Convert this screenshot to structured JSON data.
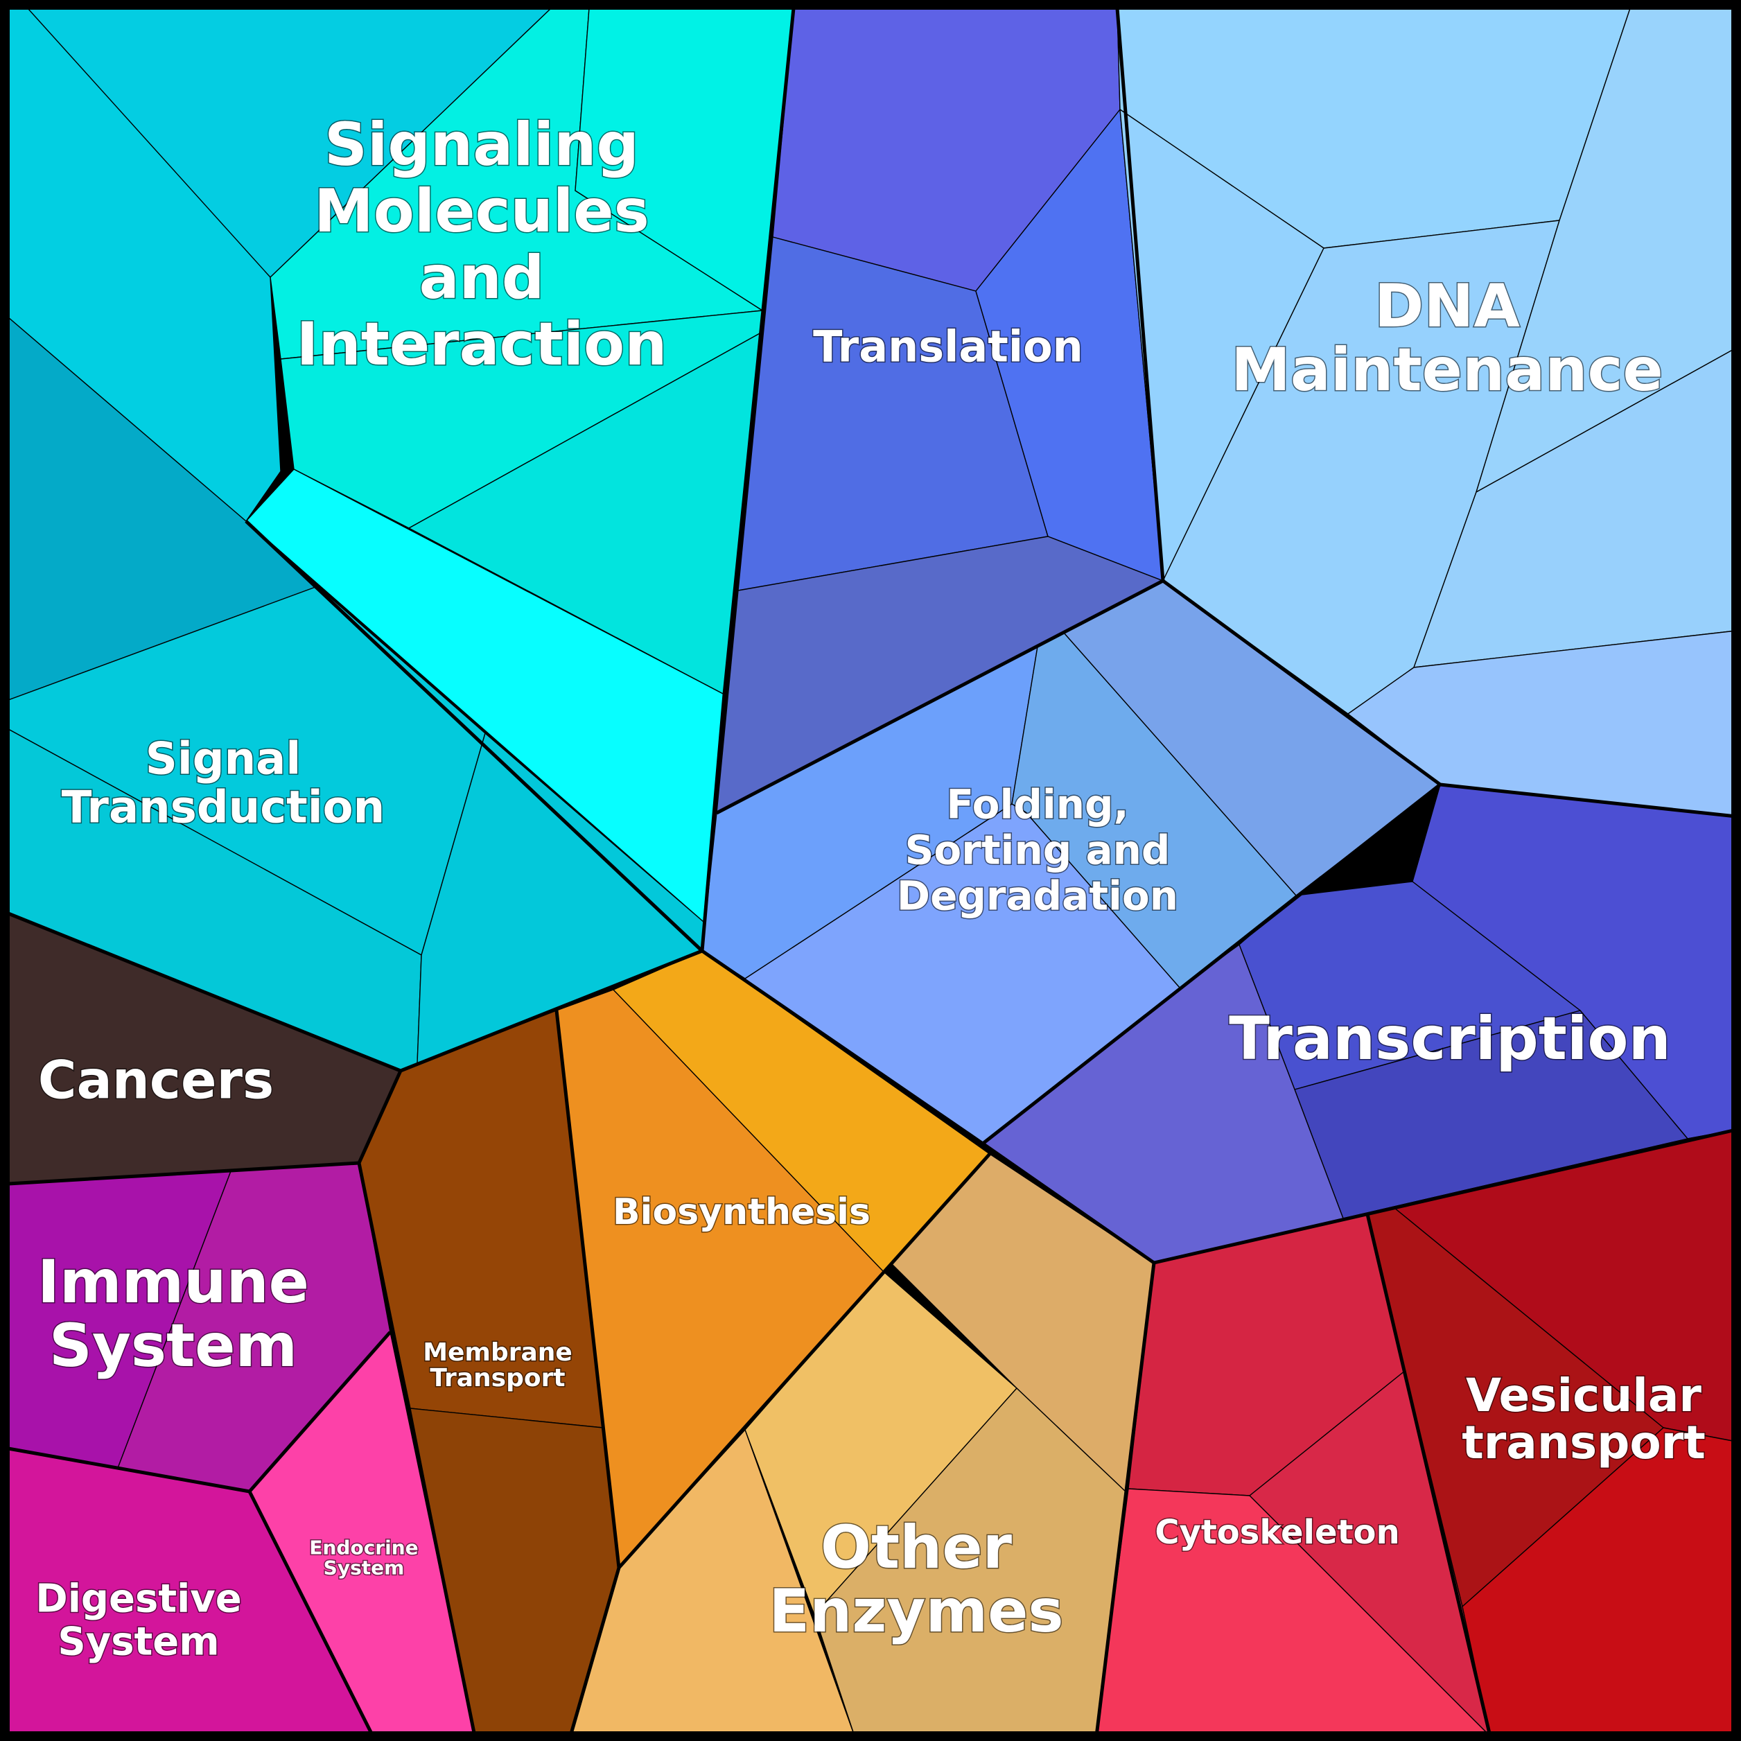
{
  "diagram": {
    "type": "voronoi-treemap",
    "regions": [
      {
        "id": "signaling",
        "name": "Signaling Molecules and Interaction",
        "lines": [
          "Signaling",
          "Molecules",
          "and",
          "Interaction"
        ],
        "color": "#00e8e8"
      },
      {
        "id": "translation",
        "name": "Translation",
        "lines": [
          "Translation"
        ],
        "color": "#5a67e4"
      },
      {
        "id": "dna",
        "name": "DNA Maintenance",
        "lines": [
          "DNA",
          "Maintenance"
        ],
        "color": "#94d4fe"
      },
      {
        "id": "signal-transduction",
        "name": "Signal Transduction",
        "lines": [
          "Signal",
          "Transduction"
        ],
        "color": "#04c8d8"
      },
      {
        "id": "folding",
        "name": "Folding, Sorting and Degradation",
        "lines": [
          "Folding,",
          "Sorting and",
          "Degradation"
        ],
        "color": "#76a6f8"
      },
      {
        "id": "transcription",
        "name": "Transcription",
        "lines": [
          "Transcription"
        ],
        "color": "#4e52d6"
      },
      {
        "id": "cancers",
        "name": "Cancers",
        "lines": [
          "Cancers"
        ],
        "color": "#3f2b29"
      },
      {
        "id": "immune",
        "name": "Immune System",
        "lines": [
          "Immune",
          "System"
        ],
        "color": "#aa15aa"
      },
      {
        "id": "digestive",
        "name": "Digestive System",
        "lines": [
          "Digestive",
          "System"
        ],
        "color": "#d2149c"
      },
      {
        "id": "endocrine",
        "name": "Endocrine System",
        "lines": [
          "Endocrine",
          "System"
        ],
        "color": "#fd41a8"
      },
      {
        "id": "membrane",
        "name": "Membrane Transport",
        "lines": [
          "Membrane",
          "Transport"
        ],
        "color": "#96470a"
      },
      {
        "id": "biosynthesis",
        "name": "Biosynthesis",
        "lines": [
          "Biosynthesis"
        ],
        "color": "#ee9020"
      },
      {
        "id": "other-enzymes",
        "name": "Other Enzymes",
        "lines": [
          "Other",
          "Enzymes"
        ],
        "color": "#e8b868"
      },
      {
        "id": "cytoskeleton",
        "name": "Cytoskeleton",
        "lines": [
          "Cytoskeleton"
        ],
        "color": "#d82848"
      },
      {
        "id": "vesicular",
        "name": "Vesicular transport",
        "lines": [
          "Vesicular",
          "transport"
        ],
        "color": "#b00c1a"
      }
    ]
  }
}
